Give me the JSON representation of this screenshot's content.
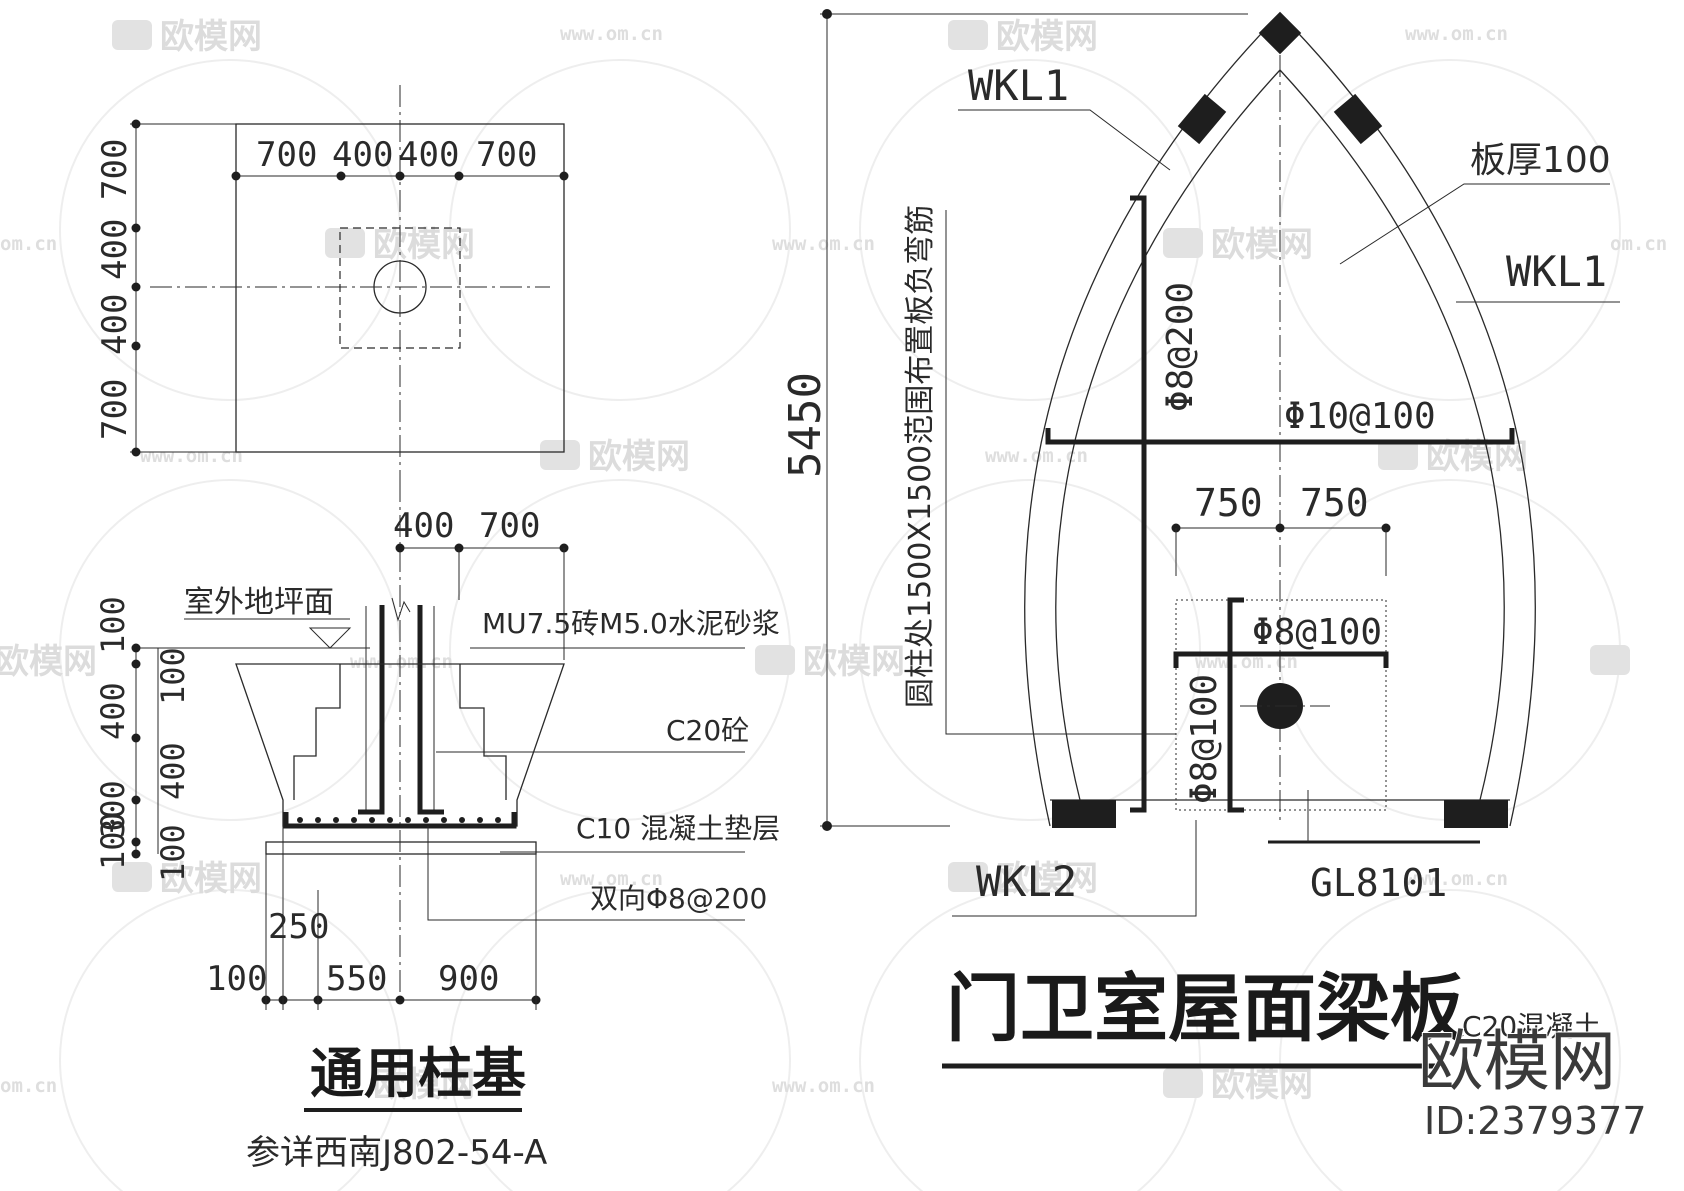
{
  "watermark": {
    "logo_text": "欧模网",
    "url_text": "www.om.cn",
    "url_short": "om.cn",
    "corner_logo": "欧模网",
    "corner_id": "ID:2379377"
  },
  "foundation": {
    "plan_top_dims": [
      "700",
      "400",
      "400",
      "700"
    ],
    "plan_left_dims": [
      "700",
      "400",
      "400",
      "700"
    ],
    "section_top_dims": [
      "400",
      "700"
    ],
    "ground_label": "室外地坪面",
    "left_dims_outer": [
      "100",
      "400",
      "300",
      "100"
    ],
    "left_dims_inner": [
      "100",
      "400",
      "100"
    ],
    "note_brick": "MU7.5砖M5.0水泥砂浆",
    "note_concrete": "C20砼",
    "note_cushion": "C10 混凝土垫层",
    "note_rebar": "双向Φ8@200",
    "bottom_dim_upper": "250",
    "bottom_dims": [
      "100",
      "550",
      "900"
    ],
    "title": "通用柱基",
    "reference": "参详西南J802-54-A"
  },
  "roof": {
    "height_dim": "5450",
    "beam_top_left": "WKL1",
    "beam_right": "WKL1",
    "slab_thickness": "板厚100",
    "vertical_note": "圆柱处1500X1500范围布置板负弯筋",
    "rebar_vertical": "Φ8@200",
    "rebar_horizontal": "Φ10@100",
    "dims_750": [
      "750",
      "750"
    ],
    "rebar_local_h": "Φ8@100",
    "rebar_local_v": "Φ8@100",
    "beam_bottom_left": "WKL2",
    "beam_bottom_right": "GL8101",
    "title": "门卫室屋面梁板",
    "trailing_note": "C20混凝土"
  }
}
